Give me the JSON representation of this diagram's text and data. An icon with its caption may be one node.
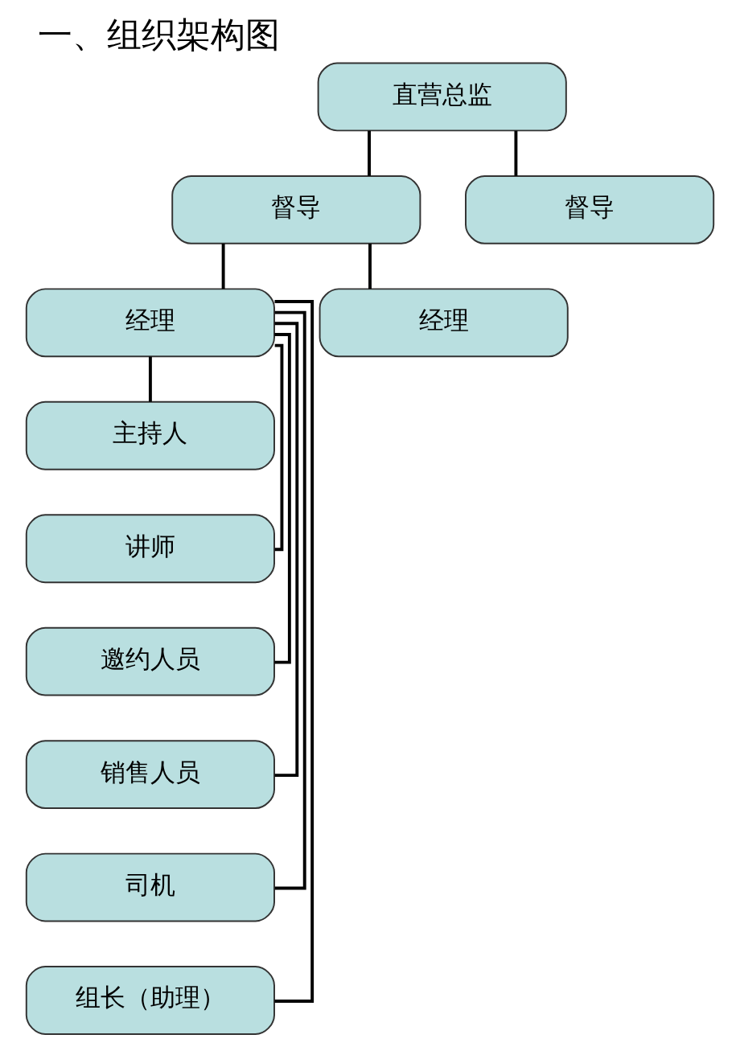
{
  "diagram": {
    "title": "一、组织架构图",
    "nodes": [
      {
        "text": [
          "直营总监"
        ]
      },
      {
        "text": [
          "督导"
        ]
      },
      {
        "text": [
          "督导"
        ]
      },
      {
        "text": [
          "经理"
        ]
      },
      {
        "text": [
          "经理"
        ]
      },
      {
        "text": [
          "主持人"
        ]
      },
      {
        "text": [
          "讲师"
        ]
      },
      {
        "text": [
          "邀约人员"
        ]
      },
      {
        "text": [
          "销售人员"
        ]
      },
      {
        "text": [
          "司机"
        ]
      },
      {
        "text": [
          "组长（助理）"
        ]
      }
    ],
    "edges": [
      {
        "from": 0,
        "to": 1,
        "arrow": "none"
      },
      {
        "from": 0,
        "to": 2,
        "arrow": "none"
      },
      {
        "from": 1,
        "to": 3,
        "arrow": "none"
      },
      {
        "from": 1,
        "to": 4,
        "arrow": "none"
      },
      {
        "from": 3,
        "to": 5,
        "arrow": "none"
      },
      {
        "from": 3,
        "to": 6,
        "arrow": "none"
      },
      {
        "from": 3,
        "to": 7,
        "arrow": "none"
      },
      {
        "from": 3,
        "to": 8,
        "arrow": "none"
      },
      {
        "from": 3,
        "to": 9,
        "arrow": "none"
      },
      {
        "from": 3,
        "to": 10,
        "arrow": "none"
      }
    ]
  }
}
